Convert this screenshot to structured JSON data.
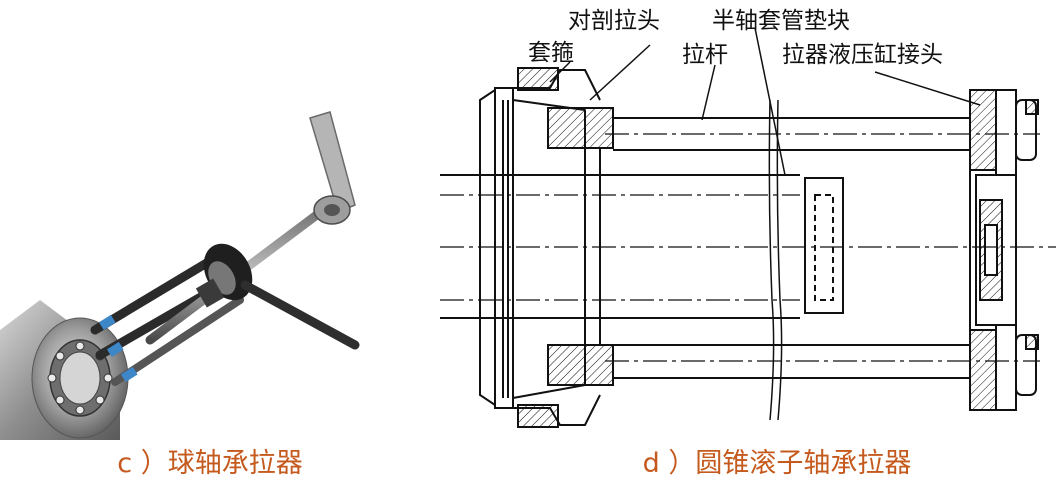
{
  "panel_c": {
    "caption": "c ）球轴承拉器"
  },
  "panel_d": {
    "caption": "d ）圆锥滚子轴承拉器",
    "labels": {
      "split_puller_head": "对剖拉头",
      "half_shaft_sleeve_pad": "半轴套管垫块",
      "ferrule": "套箍",
      "pull_rod": "拉杆",
      "hydraulic_cylinder_joint": "拉器液压缸接头"
    }
  },
  "colors": {
    "caption": "#c55a1e",
    "line": "#111111",
    "tool_metal": "#9a9a9a",
    "tool_dark": "#2b2b2b",
    "blue_clip": "#3d86c8"
  }
}
